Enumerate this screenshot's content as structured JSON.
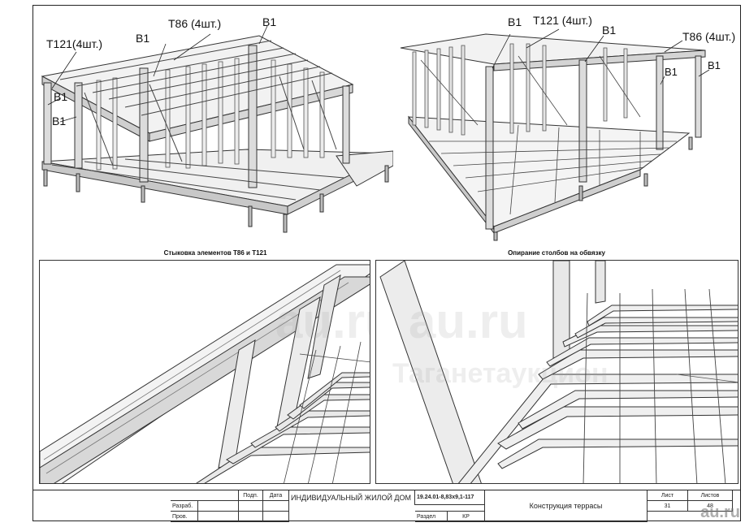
{
  "callouts_left": {
    "t121": "T121(4шт.)",
    "b1_top": "B1",
    "t86": "T86 (4шт.)",
    "b1_corner": "B1",
    "b1_left1": "B1",
    "b1_left2": "B1"
  },
  "callouts_right": {
    "b1_a": "B1",
    "t121": "T121 (4шт.)",
    "b1_b": "B1",
    "t86": "T86 (4шт.)",
    "b1_c": "B1",
    "b1_d": "B1"
  },
  "captions": {
    "left": "Стыковка элементов T86 и T121",
    "right": "Опирание столбов на обвязку"
  },
  "watermark": {
    "brand": "au.ru",
    "sub": "Таганетаукцион"
  },
  "title_block": {
    "podp": "Подп.",
    "data": "Дата",
    "razrab": "Разраб.",
    "prov": "Пров.",
    "project": "ИНДИВИДУАЛЬНЫЙ ЖИЛОЙ ДОМ",
    "code": "19.24.01-8,83x9,1-117",
    "razdel": "Раздел",
    "kp": "КР",
    "sheet_title": "Конструкция террасы",
    "list": "Лист",
    "listov": "Листов",
    "list_no": "31",
    "listov_no": "48"
  },
  "stamp": "au.ru"
}
